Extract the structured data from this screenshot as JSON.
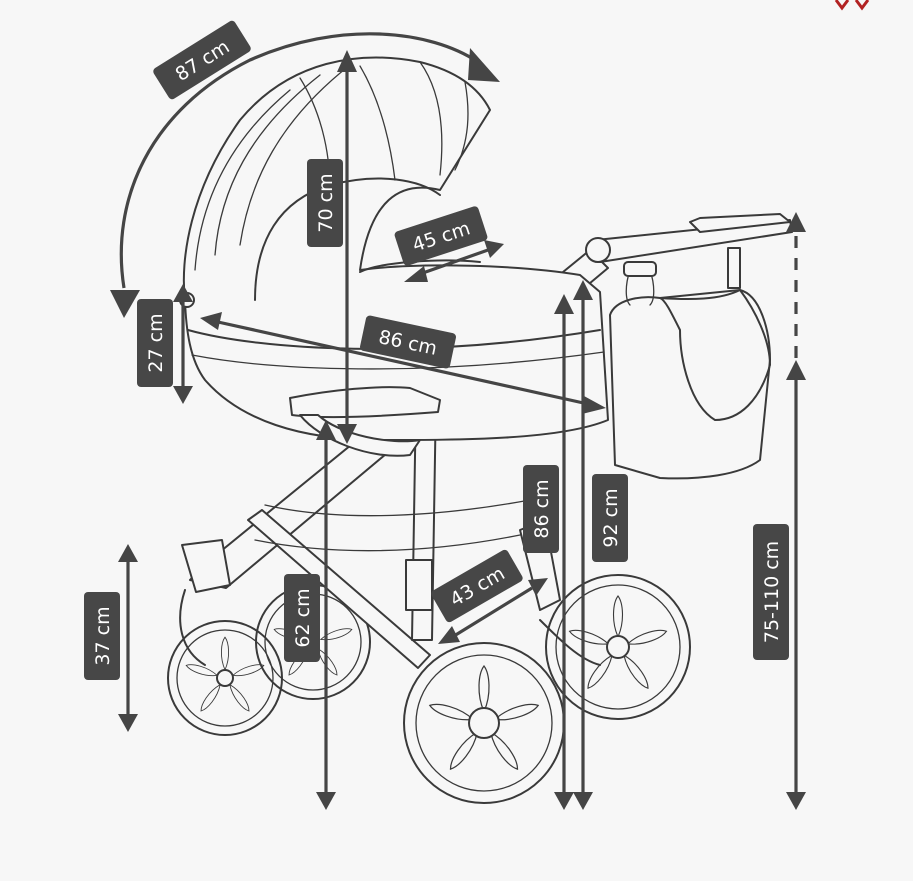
{
  "diagram": {
    "subject": "stroller-line-drawing",
    "colors": {
      "background": "#f7f7f7",
      "outline": "#3a3a3a",
      "dimension": "#454545",
      "label_fill": "#474747",
      "label_text": "#ffffff",
      "corner_mark": "#b22222"
    },
    "dimensions": {
      "canopy_arc": "87 cm",
      "carrycot_height": "70 cm",
      "carrycot_inner_width": "45 cm",
      "carrycot_depth": "27 cm",
      "carrycot_length": "86 cm",
      "rear_wheel_height": "37 cm",
      "carrycot_floor_height": "62 cm",
      "wheelbase": "43 cm",
      "frame_height": "86 cm",
      "total_height": "92 cm",
      "handle_height_range": "75-110 cm"
    }
  }
}
